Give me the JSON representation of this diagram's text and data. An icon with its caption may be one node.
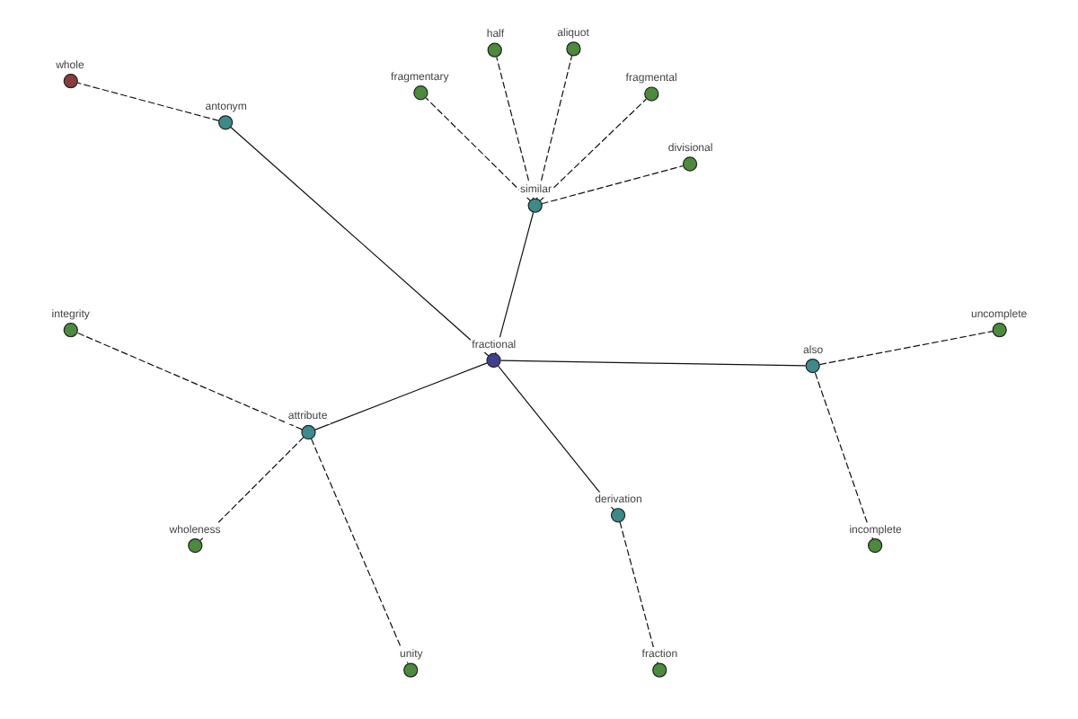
{
  "diagram": {
    "nodes": [
      {
        "text": [
          "whole"
        ]
      },
      {
        "text": [
          "divisional"
        ]
      },
      {
        "text": [
          "fragmental"
        ]
      },
      {
        "text": [
          "aliquot"
        ]
      },
      {
        "text": [
          "antonym"
        ]
      },
      {
        "text": [
          "integrity"
        ]
      },
      {
        "text": [
          "similar"
        ]
      },
      {
        "text": [
          "half"
        ]
      },
      {
        "text": [
          "wholeness"
        ]
      },
      {
        "text": [
          "attribute"
        ]
      },
      {
        "text": [
          "fractional"
        ]
      },
      {
        "text": [
          "fragmentary"
        ]
      },
      {
        "text": [
          "unity"
        ]
      },
      {
        "text": [
          "derivation"
        ]
      },
      {
        "text": [
          "also"
        ]
      },
      {
        "text": [
          "incomplete"
        ]
      },
      {
        "text": [
          "fraction"
        ]
      },
      {
        "text": [
          "uncomplete"
        ]
      }
    ],
    "edges": [
      {
        "from": 10,
        "to": 4,
        "arrow": "none"
      },
      {
        "from": 4,
        "to": 0,
        "arrow": "none",
        "style": "dashed"
      },
      {
        "from": 10,
        "to": 6,
        "arrow": "none"
      },
      {
        "from": 6,
        "to": 1,
        "arrow": "none",
        "style": "dashed"
      },
      {
        "from": 6,
        "to": 2,
        "arrow": "none",
        "style": "dashed"
      },
      {
        "from": 6,
        "to": 3,
        "arrow": "none",
        "style": "dashed"
      },
      {
        "from": 6,
        "to": 7,
        "arrow": "none",
        "style": "dashed"
      },
      {
        "from": 6,
        "to": 11,
        "arrow": "none",
        "style": "dashed"
      },
      {
        "from": 10,
        "to": 13,
        "arrow": "none"
      },
      {
        "from": 13,
        "to": 16,
        "arrow": "none",
        "style": "dashed"
      },
      {
        "from": 10,
        "to": 14,
        "arrow": "none"
      },
      {
        "from": 14,
        "to": 17,
        "arrow": "none",
        "style": "dashed"
      },
      {
        "from": 14,
        "to": 15,
        "arrow": "none",
        "style": "dashed"
      },
      {
        "from": 10,
        "to": 9,
        "arrow": "none"
      },
      {
        "from": 9,
        "to": 12,
        "arrow": "none",
        "style": "dashed"
      },
      {
        "from": 9,
        "to": 8,
        "arrow": "none",
        "style": "dashed"
      },
      {
        "from": 9,
        "to": 5,
        "arrow": "none",
        "style": "dashed"
      }
    ]
  }
}
